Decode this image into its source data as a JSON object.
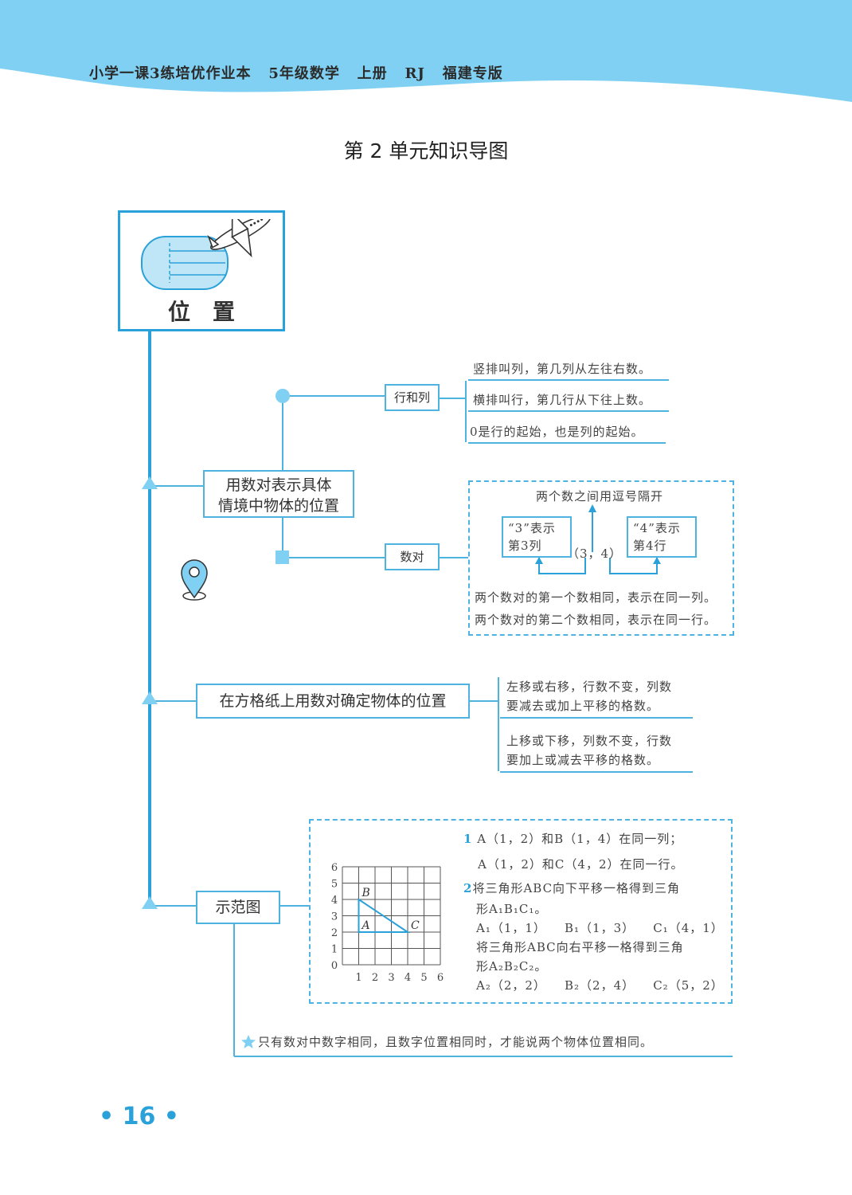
{
  "header": {
    "text": "小学一课3练培优作业本   5年级数学   上册   RJ   福建专版"
  },
  "page_title": "第 2 单元知识导图",
  "root": {
    "label": "位　置"
  },
  "branch1": {
    "label_line1": "用数对表示具体",
    "label_line2": "情境中物体的位置",
    "sub1": {
      "label": "行和列",
      "items": [
        "竖排叫列，第几列从左往右数。",
        "横排叫行，第几行从下往上数。",
        "0是行的起始，也是列的起始。"
      ]
    },
    "sub2": {
      "label": "数对",
      "top_note": "两个数之间用逗号隔开",
      "left_box_line1": "“3”表示",
      "left_box_line2": "第3列",
      "pair": "（3，4）",
      "right_box_line1": "“4”表示",
      "right_box_line2": "第4行",
      "note1": "两个数对的第一个数相同，表示在同一列。",
      "note2": "两个数对的第二个数相同，表示在同一行。"
    }
  },
  "branch2": {
    "label": "在方格纸上用数对确定物体的位置",
    "items": [
      {
        "line1": "左移或右移，行数不变，列数",
        "line2": "要减去或加上平移的格数。"
      },
      {
        "line1": "上移或下移，列数不变，行数",
        "line2": "要加上或减去平移的格数。"
      }
    ]
  },
  "branch3": {
    "label": "示范图",
    "grid": {
      "y_ticks": [
        "0",
        "1",
        "2",
        "3",
        "4",
        "5",
        "6"
      ],
      "x_ticks": [
        "1",
        "2",
        "3",
        "4",
        "5",
        "6"
      ],
      "points": [
        {
          "name": "A",
          "x": 1,
          "y": 2
        },
        {
          "name": "B",
          "x": 1,
          "y": 4
        },
        {
          "name": "C",
          "x": 4,
          "y": 2
        }
      ]
    },
    "lines": [
      {
        "num": "1",
        "text": "A（1，2）和B（1，4）在同一列；"
      },
      {
        "num": "",
        "text": "A（1，2）和C（4，2）在同一行。"
      },
      {
        "num": "2",
        "text": "将三角形ABC向下平移一格得到三角"
      },
      {
        "num": "",
        "text": "形A₁B₁C₁。"
      },
      {
        "num": "",
        "text": "A₁（1，1）    B₁（1，3）    C₁（4，1）"
      },
      {
        "num": "",
        "text": "将三角形ABC向右平移一格得到三角"
      },
      {
        "num": "",
        "text": "形A₂B₂C₂。"
      },
      {
        "num": "",
        "text": "A₂（2，2）    B₂（2，4）    C₂（5，2）"
      }
    ]
  },
  "footer_note": "只有数对中数字相同，且数字位置相同时，才能说两个物体位置相同。",
  "page_number": "• 16 •",
  "colors": {
    "accent": "#2aa1d8",
    "light_accent": "#7fd0f2",
    "line": "#4fb3e0"
  },
  "icons": [
    "airplane-icon",
    "location-pin-icon",
    "star-icon"
  ]
}
